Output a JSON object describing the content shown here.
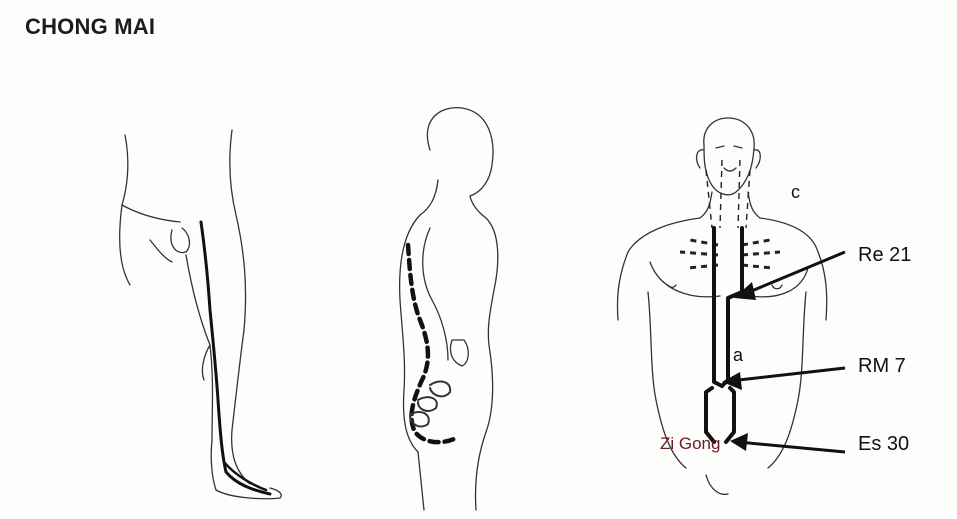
{
  "title": "CHONG MAI",
  "labels": {
    "c": "c",
    "a": "a",
    "re21": "Re 21",
    "rm7": "RM 7",
    "es30": "Es 30",
    "zigong": "Zi Gong"
  },
  "colors": {
    "zigong": "#6b1a2a"
  }
}
